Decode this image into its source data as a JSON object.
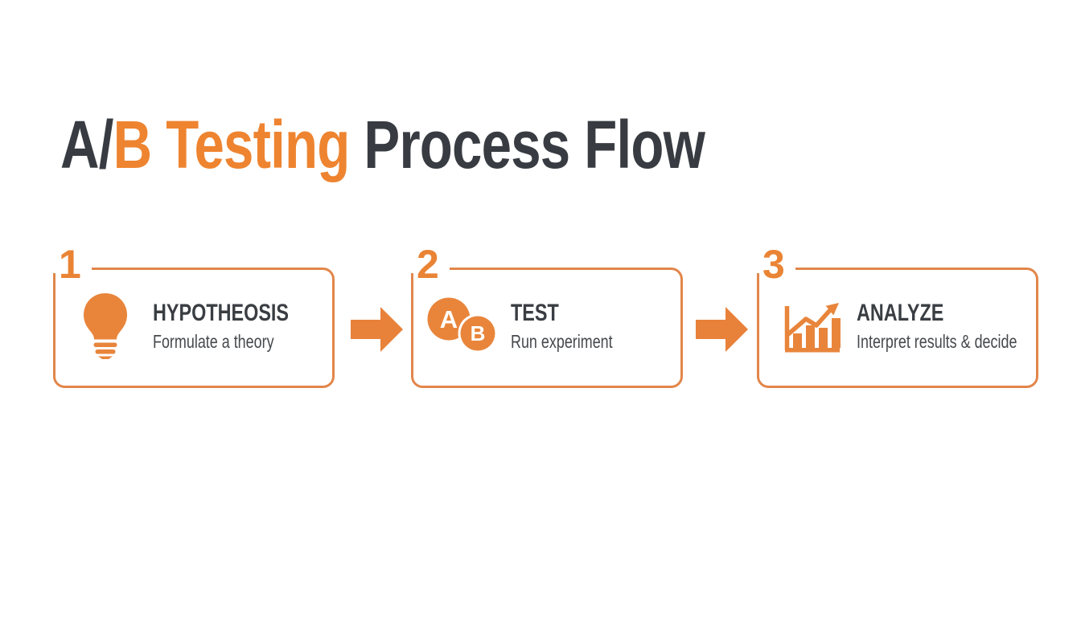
{
  "page": {
    "background_color": "#FFFFFF"
  },
  "colors": {
    "accent_orange": "#EA8435",
    "card_border_orange": "#E2864A",
    "title_dark": "#383C42",
    "subtitle_gray": "#46494D"
  },
  "header": {
    "title_part1": "A/",
    "title_part2": "B Testing",
    "title_part3": " Process Flow"
  },
  "steps": [
    {
      "number": "1",
      "icon": "lightbulb-icon",
      "title": "HYPOTHEOSIS",
      "subtitle": "Formulate a theory"
    },
    {
      "number": "2",
      "icon": "ab-test-circles-icon",
      "title": "TEST",
      "subtitle": "Run experiment",
      "circle_a_letter": "A",
      "circle_b_letter": "B"
    },
    {
      "number": "3",
      "icon": "growth-bar-chart-icon",
      "title": "ANALYZE",
      "subtitle": "Interpret results & decide"
    }
  ],
  "connectors": [
    {
      "icon": "arrow-right-icon"
    },
    {
      "icon": "arrow-right-icon"
    }
  ]
}
